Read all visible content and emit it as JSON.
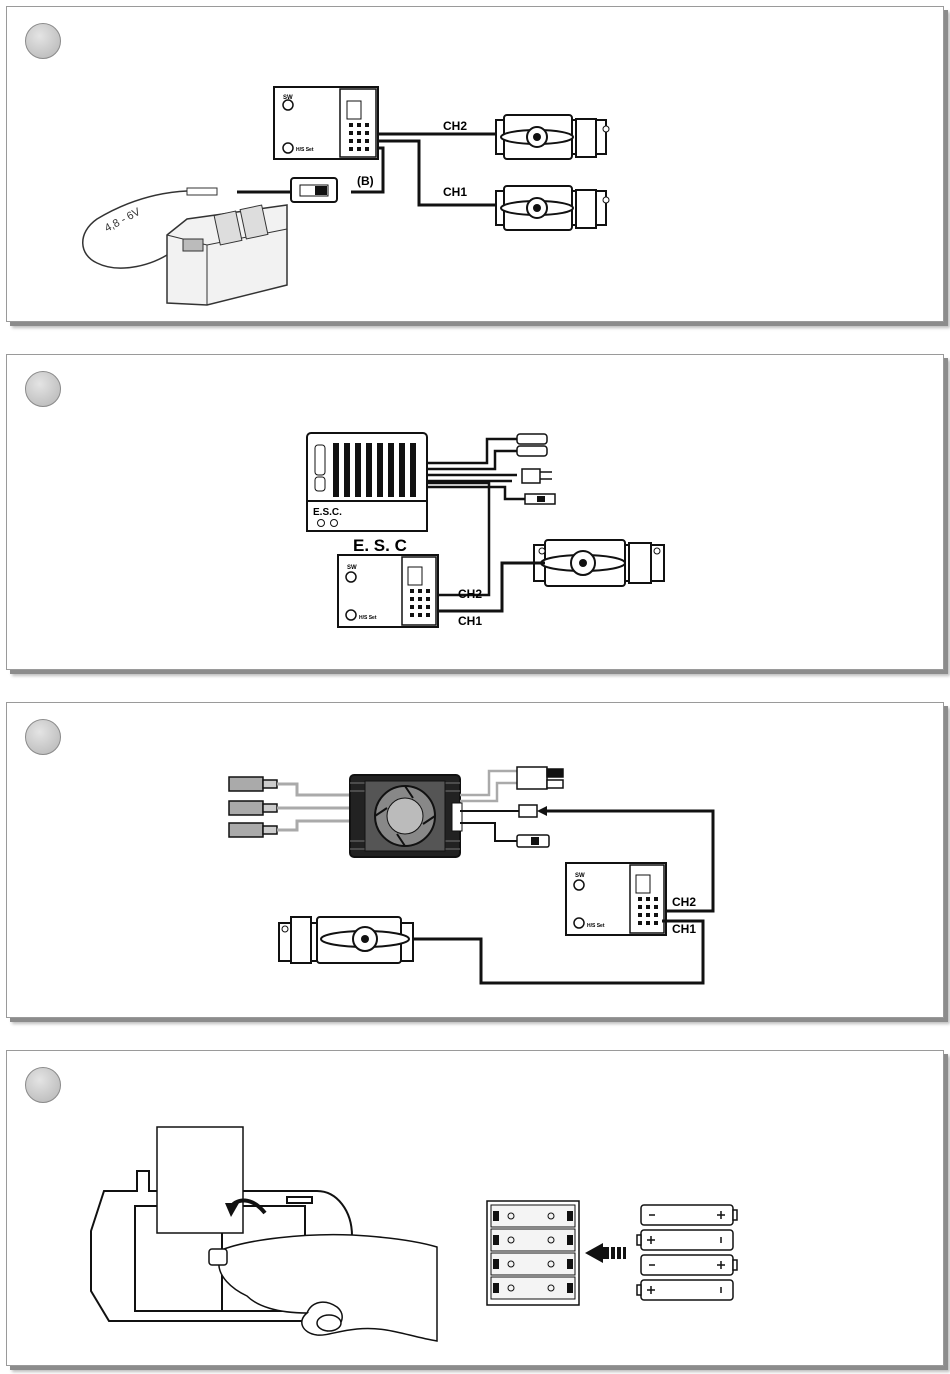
{
  "panels": [
    {
      "labels": {
        "ch2": "CH2",
        "ch1": "CH1",
        "switch": "(B)",
        "battery_voltage": "4,8 - 6V",
        "rx_sw": "SW",
        "rx_set": "H/S Set"
      }
    },
    {
      "labels": {
        "esc": "E. S. C",
        "esc_box": "E.S.C.",
        "ch2": "CH2",
        "ch1": "CH1",
        "rx_sw": "SW",
        "rx_set": "H/S Set"
      }
    },
    {
      "labels": {
        "ch2": "CH2",
        "ch1": "CH1",
        "rx_sw": "SW",
        "rx_set": "H/S Set"
      }
    },
    {
      "labels": {}
    }
  ],
  "colors": {
    "wire": "#111111",
    "line": "#222222",
    "grey": "#888888",
    "panel_border": "#9a9a9a"
  },
  "icons": [
    "receiver-icon",
    "servo-icon",
    "battery-holder-icon",
    "switch-icon",
    "esc-icon",
    "fan-icon",
    "motor-connector-icon",
    "hand-icon",
    "battery-icon",
    "arrow-icon"
  ]
}
